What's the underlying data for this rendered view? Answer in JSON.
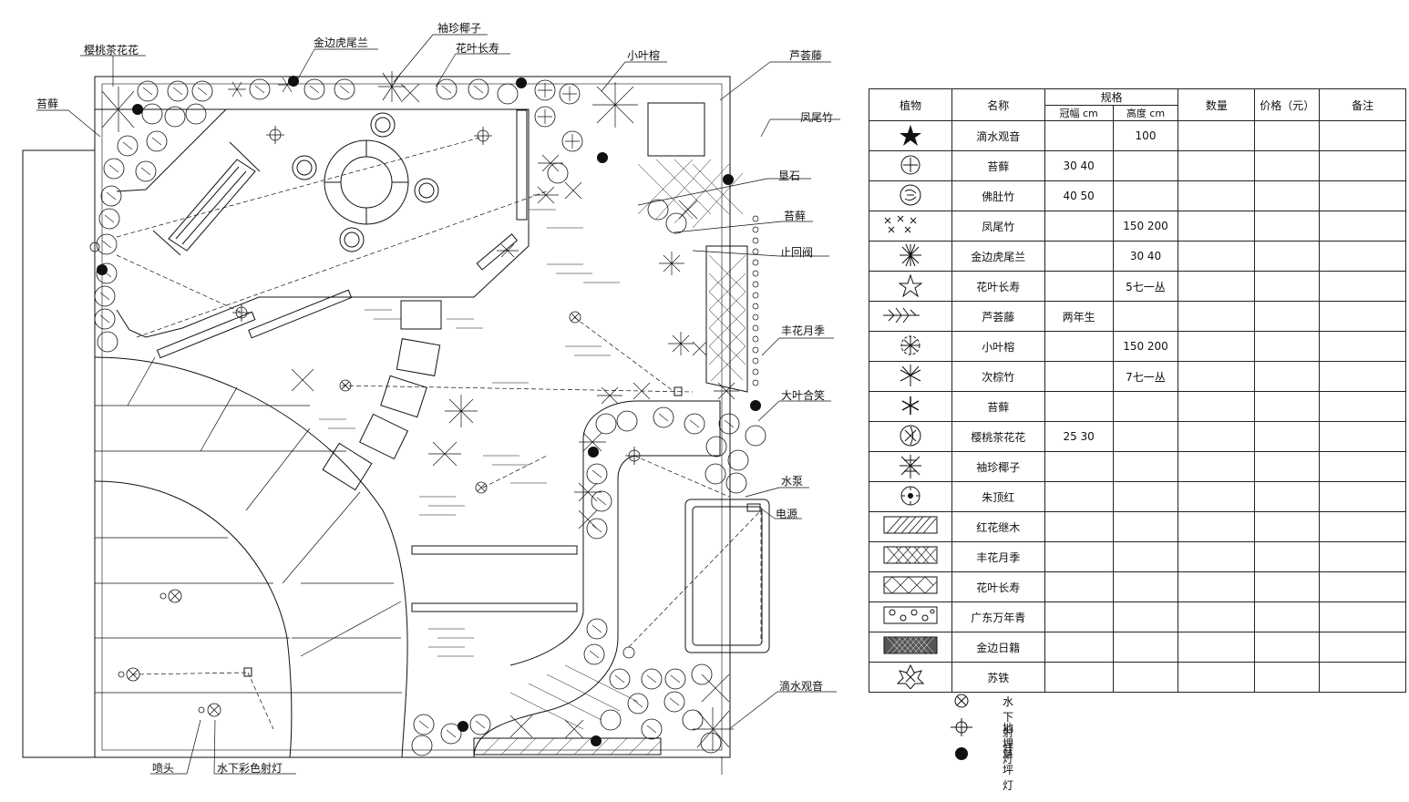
{
  "plan_labels": {
    "l1": "樱桃茶花花",
    "l2": "金边虎尾兰",
    "l3": "袖珍椰子",
    "l4": "花叶长寿",
    "l5": "小叶榕",
    "l6": "芦荟藤",
    "l7": "苔藓",
    "l8": "凤尾竹",
    "l9": "垦石",
    "l10": "苔藓",
    "l11": "止回阀",
    "l12": "丰花月季",
    "l13": "大叶合笑",
    "l14": "水泵",
    "l15": "电源",
    "l16": "滴水观音",
    "l17": "喷头",
    "l18": "水下彩色射灯"
  },
  "table": {
    "headers": {
      "plant": "植物",
      "name": "名称",
      "spec": "规格",
      "crown": "冠幅 cm",
      "height": "高度 cm",
      "qty": "数量",
      "price": "价格（元）",
      "note": "备注"
    },
    "rows": [
      {
        "icon": "star-leaf-icon",
        "name": "滴水观音",
        "crown": "",
        "height": "100"
      },
      {
        "icon": "circle-cross-icon",
        "name": "苔藓",
        "crown": "30 40",
        "height": ""
      },
      {
        "icon": "swirl-circle-icon",
        "name": "佛肚竹",
        "crown": "40 50",
        "height": ""
      },
      {
        "icon": "leaf-cluster-icon",
        "name": "凤尾竹",
        "crown": "",
        "height": "150 200"
      },
      {
        "icon": "burst-icon",
        "name": "金边虎尾兰",
        "crown": "",
        "height": "30 40"
      },
      {
        "icon": "five-point-icon",
        "name": "花叶长寿",
        "crown": "",
        "height": "5七一丛"
      },
      {
        "icon": "fern-icon",
        "name": "芦荟藤",
        "crown": "两年生",
        "height": ""
      },
      {
        "icon": "shrub-icon",
        "name": "小叶榕",
        "crown": "",
        "height": "150 200"
      },
      {
        "icon": "palm-icon",
        "name": "次棕竹",
        "crown": "",
        "height": "7七一丛"
      },
      {
        "icon": "asterisk-icon",
        "name": "苔藓",
        "crown": "",
        "height": ""
      },
      {
        "icon": "spiral-circle-icon",
        "name": "樱桃茶花花",
        "crown": "25 30",
        "height": ""
      },
      {
        "icon": "cluster-icon",
        "name": "袖珍椰子",
        "crown": "",
        "height": ""
      },
      {
        "icon": "dot-circle-icon",
        "name": "朱顶红",
        "crown": "",
        "height": ""
      },
      {
        "icon": "hatch-diag-icon",
        "name": "红花继木",
        "crown": "",
        "height": ""
      },
      {
        "icon": "hatch-cross-icon",
        "name": "丰花月季",
        "crown": "",
        "height": ""
      },
      {
        "icon": "hatch-diamond-icon",
        "name": "花叶长寿",
        "crown": "",
        "height": ""
      },
      {
        "icon": "hatch-circles-icon",
        "name": "广东万年青",
        "crown": "",
        "height": ""
      },
      {
        "icon": "hatch-dense-icon",
        "name": "金边日籍",
        "crown": "",
        "height": ""
      },
      {
        "icon": "shrub-small-icon",
        "name": "苏铁",
        "crown": "",
        "height": ""
      }
    ]
  },
  "legend": {
    "underwater": "水下射灯",
    "ground": "地埋灯",
    "lawn": "草坪灯"
  }
}
